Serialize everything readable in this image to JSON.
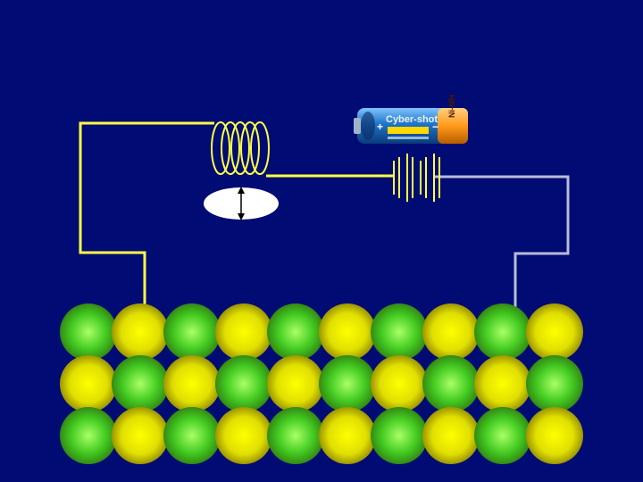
{
  "colors": {
    "background": "#000b73",
    "wire_left": "#ffff44",
    "wire_right": "#b8bcd8",
    "coil": "#ffff44",
    "atom_green": "#44cc22",
    "atom_yellow": "#e6e600",
    "battery_body": "#1e74c8",
    "battery_cap": "#ff9a1a"
  },
  "battery": {
    "brand": "Cyber-shot",
    "type": "Ni-MH",
    "plus": "+",
    "minus": "−"
  },
  "lattice": {
    "rows": [
      [
        "green",
        "yellow",
        "green",
        "yellow",
        "green",
        "yellow",
        "green",
        "yellow",
        "green",
        "yellow"
      ],
      [
        "yellow",
        "green",
        "yellow",
        "green",
        "yellow",
        "green",
        "yellow",
        "green",
        "yellow",
        "green"
      ],
      [
        "green",
        "yellow",
        "green",
        "yellow",
        "green",
        "yellow",
        "green",
        "yellow",
        "green",
        "yellow"
      ]
    ]
  },
  "coil": {
    "loops": 5
  },
  "cell_plates": 4
}
